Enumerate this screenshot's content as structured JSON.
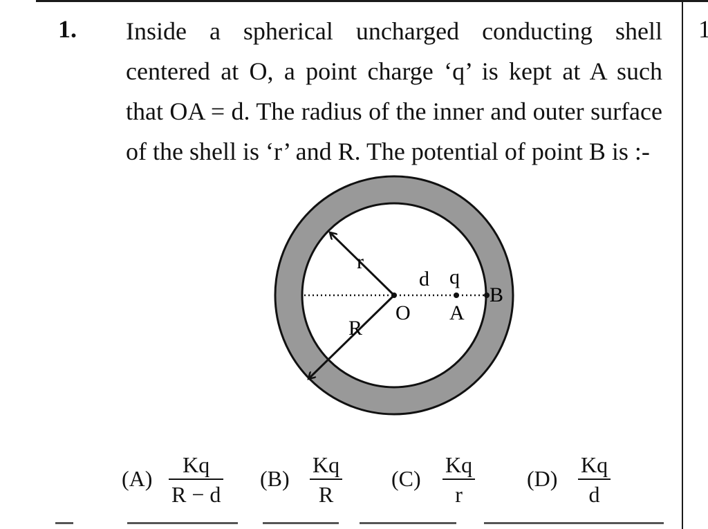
{
  "question": {
    "number": "1.",
    "lines": [
      "Inside a spherical uncharged conducting shell",
      "centered at O, a point charge ‘q’ is kept at A such",
      "that OA = d. The radius of the inner and outer surface",
      "of the shell is ‘r’ and R. The potential of point B is :-"
    ]
  },
  "edge_text": "1",
  "figure": {
    "label_r": "r",
    "label_R": "R",
    "label_d": "d",
    "label_q": "q",
    "label_O": "O",
    "label_A": "A",
    "label_B": "B",
    "shell_color": "#999999"
  },
  "options": [
    {
      "label": "(A)",
      "numerator": "Kq",
      "denominator": "R − d"
    },
    {
      "label": "(B)",
      "numerator": "Kq",
      "denominator": "R"
    },
    {
      "label": "(C)",
      "numerator": "Kq",
      "denominator": "r"
    },
    {
      "label": "(D)",
      "numerator": "Kq",
      "denominator": "d"
    }
  ]
}
